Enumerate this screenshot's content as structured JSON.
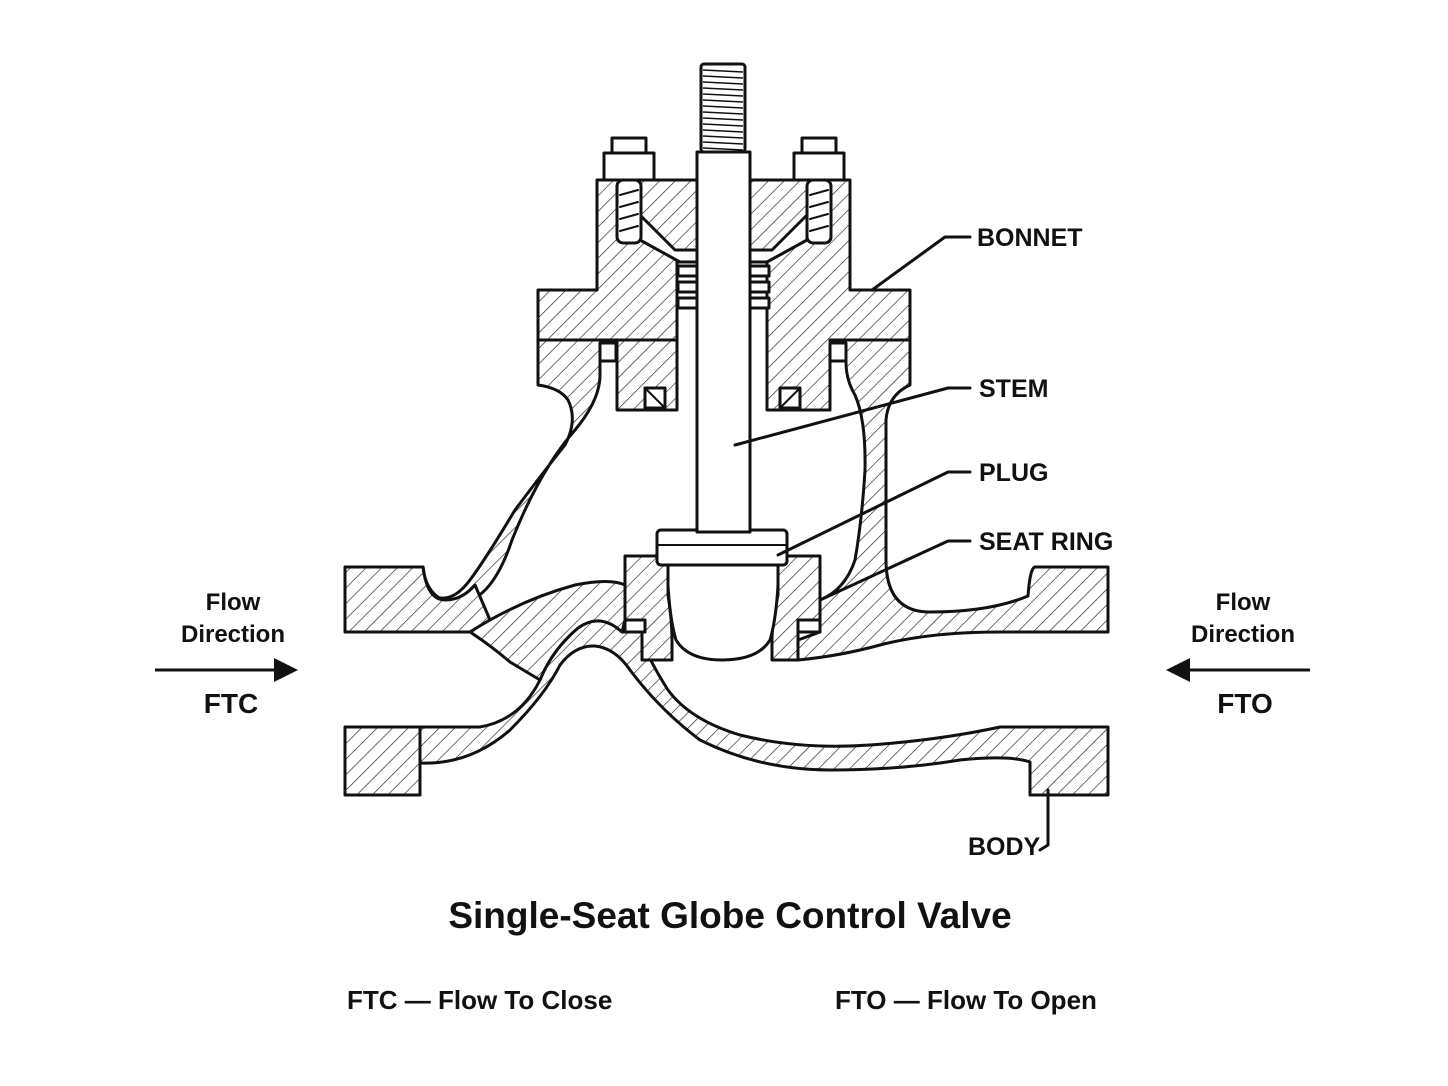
{
  "title": "Single-Seat Globe Control Valve",
  "labels": {
    "bonnet": "BONNET",
    "stem": "STEM",
    "plug": "PLUG",
    "seat_ring": "SEAT RING",
    "body": "BODY"
  },
  "flow_left": {
    "line1": "Flow",
    "line2": "Direction",
    "code": "FTC"
  },
  "flow_right": {
    "line1": "Flow",
    "line2": "Direction",
    "code": "FTO"
  },
  "legend": {
    "ftc": "FTC — Flow To Close",
    "fto": "FTO — Flow To Open"
  },
  "colors": {
    "ink": "#111111",
    "background": "#ffffff"
  }
}
